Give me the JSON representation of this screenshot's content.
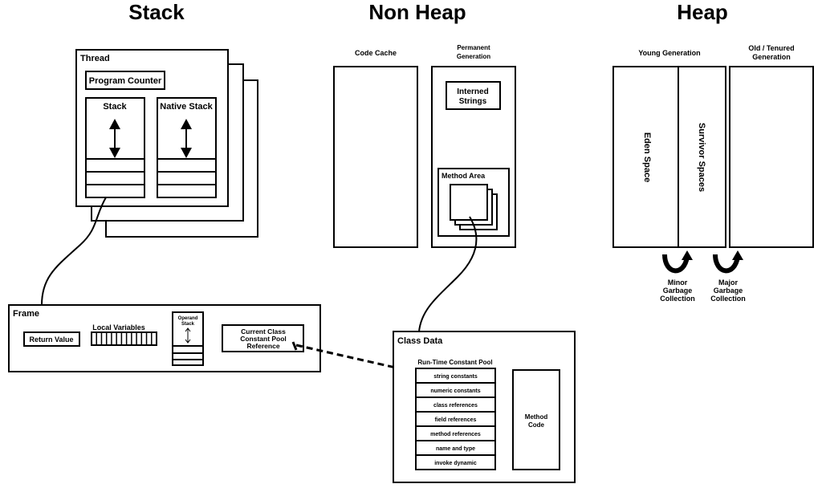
{
  "headings": {
    "stack": "Stack",
    "non_heap": "Non Heap",
    "heap": "Heap"
  },
  "thread": {
    "title": "Thread",
    "program_counter": "Program Counter",
    "stack": "Stack",
    "native_stack": "Native Stack"
  },
  "non_heap": {
    "code_cache": "Code Cache",
    "permanent_generation": [
      "Permanent",
      "Generation"
    ],
    "interned_strings": [
      "Interned",
      "Strings"
    ],
    "method_area": "Method Area"
  },
  "heap": {
    "young_generation": "Young Generation",
    "old_generation": [
      "Old / Tenured",
      "Generation"
    ],
    "eden_space": "Eden Space",
    "survivor_spaces": "Survivor Spaces",
    "minor_gc": [
      "Minor",
      "Garbage",
      "Collection"
    ],
    "major_gc": [
      "Major",
      "Garbage",
      "Collection"
    ]
  },
  "frame": {
    "title": "Frame",
    "return_value": "Return Value",
    "local_variables": "Local Variables",
    "operand_stack": [
      "Operand",
      "Stack"
    ],
    "constant_pool_ref": [
      "Current Class",
      "Constant Pool",
      "Reference"
    ]
  },
  "class_data": {
    "title": "Class Data",
    "runtime_constant_pool": "Run-Time Constant Pool",
    "pool_entries": [
      "string constants",
      "numeric constants",
      "class references",
      "field references",
      "method references",
      "name and type",
      "invoke dynamic"
    ],
    "method_code": [
      "Method",
      "Code"
    ]
  }
}
